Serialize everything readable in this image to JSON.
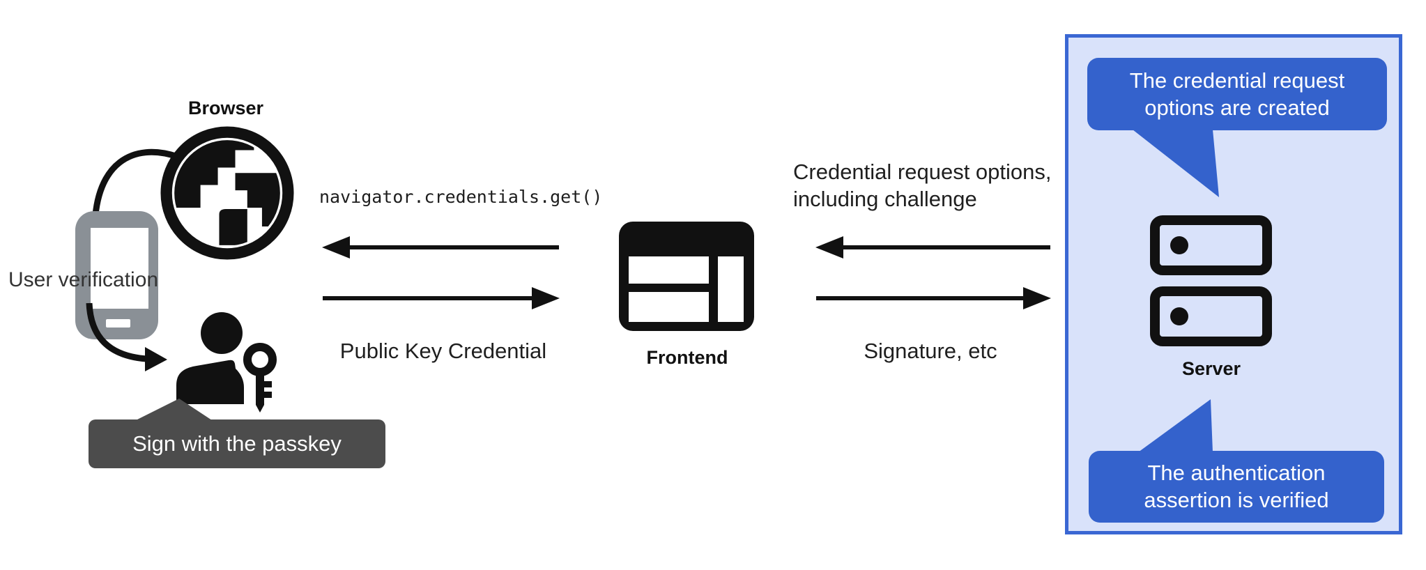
{
  "colors": {
    "accent_blue": "#3462cc",
    "panel_fill": "#d9e2fa",
    "panel_border": "#3a67d3",
    "tooltip_gray": "#4c4c4c",
    "phone_gray": "#8a9096",
    "icon_black": "#111111",
    "text_dark": "#1f1f1f",
    "text_white": "#ffffff"
  },
  "browser": {
    "label": "Browser",
    "user_verification": "User verification",
    "tooltip": "Sign with the passkey"
  },
  "frontend": {
    "label": "Frontend"
  },
  "server": {
    "label": "Server",
    "callout_top": {
      "line1": "The credential request",
      "line2": "options are created"
    },
    "callout_bottom": {
      "line1": "The authentication",
      "line2": "assertion is verified"
    }
  },
  "messages": {
    "code_call": "navigator.credentials.get()",
    "public_key_credential": "Public Key Credential",
    "credential_request_line1": "Credential request options,",
    "credential_request_line2": "including challenge",
    "signature": "Signature, etc"
  }
}
